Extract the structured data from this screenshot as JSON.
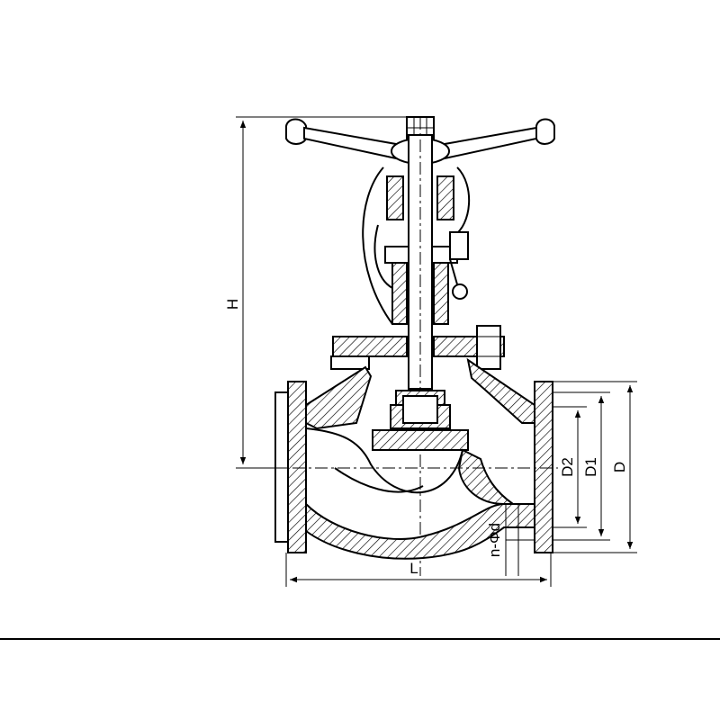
{
  "labels": {
    "height": "H",
    "length": "L",
    "bolt_holes": "n-Φd",
    "d2": "D2",
    "d1": "D1",
    "d": "D"
  }
}
